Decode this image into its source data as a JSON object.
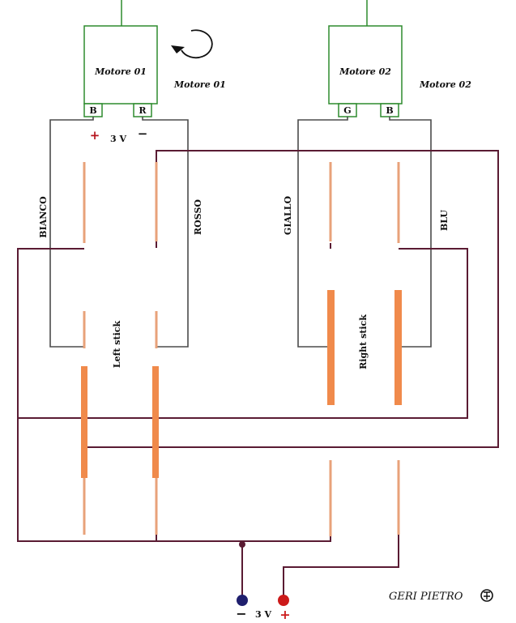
{
  "motors": [
    {
      "name": "Motore 01",
      "side_label": "Motore 01",
      "terminals": [
        "B",
        "R"
      ]
    },
    {
      "name": "Motore 02",
      "side_label": "Motore 02",
      "terminals": [
        "G",
        "B"
      ]
    }
  ],
  "wires": {
    "bianco": "BIANCO",
    "rosso": "ROSSO",
    "giallo": "GIALLO",
    "blu": "BLU"
  },
  "sticks": {
    "left": "Left stick",
    "right": "Right stick"
  },
  "motor_supply": {
    "plus": "+",
    "voltage": "3 V",
    "minus": "−"
  },
  "battery": {
    "minus": "−",
    "voltage": "3 V",
    "plus": "+"
  },
  "author": "GERI PIETRO",
  "colors": {
    "gray_wire": "#4b4b4b",
    "maroon_wire": "#5a1b33",
    "contact": "#e8a27a",
    "contact_bar": "#f08a4b",
    "battery_negative": "#1f1f6e",
    "battery_positive": "#cc1a1a",
    "rotation_arrow": "#111111"
  },
  "icons": [
    "rotation-arrow-icon",
    "author-logo-icon"
  ]
}
